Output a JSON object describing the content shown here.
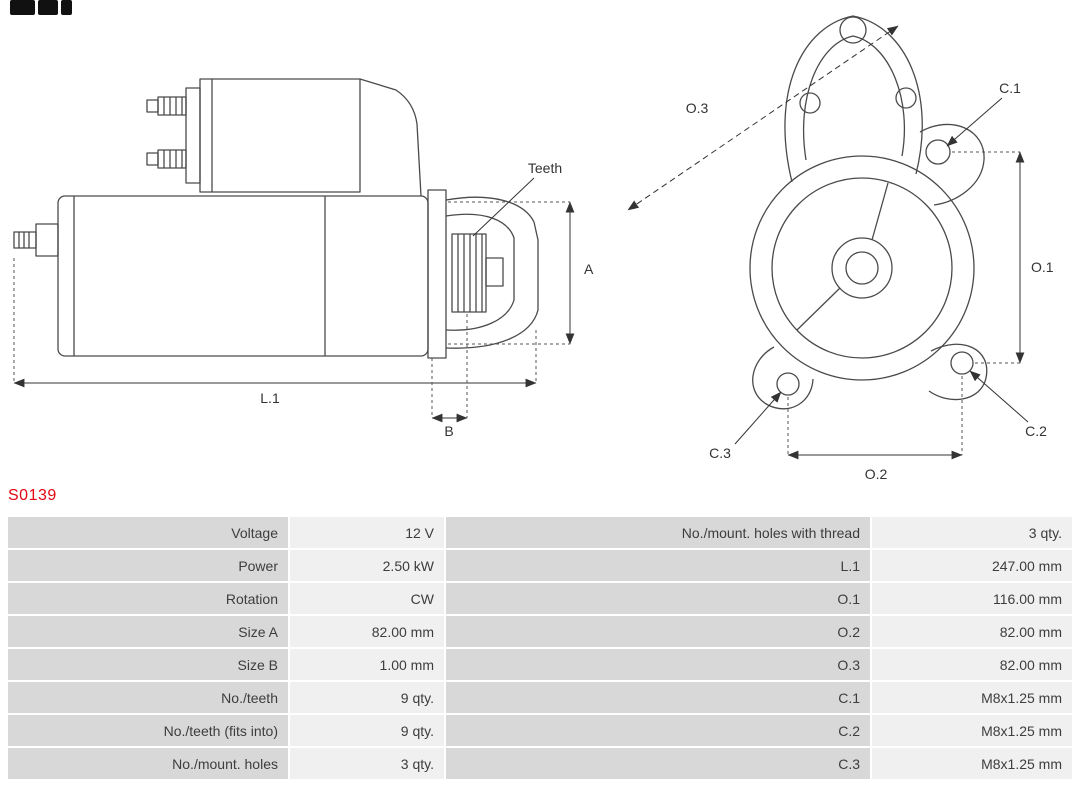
{
  "part_number": "S0139",
  "colors": {
    "part_number_red": "#e30613",
    "table_label_bg": "#d8d8d8",
    "table_value_bg": "#f0f0f0",
    "drawing_stroke": "#4a4a4a"
  },
  "diagram": {
    "side_view": {
      "teeth_label": "Teeth",
      "dim_a": "A",
      "dim_b": "B",
      "dim_l1": "L.1"
    },
    "front_view": {
      "dim_o1": "O.1",
      "dim_o2": "O.2",
      "dim_o3": "O.3",
      "dim_c1": "C.1",
      "dim_c2": "C.2",
      "dim_c3": "C.3"
    }
  },
  "spec_table": {
    "left_rows": [
      {
        "label": "Voltage",
        "value": "12 V"
      },
      {
        "label": "Power",
        "value": "2.50 kW"
      },
      {
        "label": "Rotation",
        "value": "CW"
      },
      {
        "label": "Size A",
        "value": "82.00 mm"
      },
      {
        "label": "Size B",
        "value": "1.00 mm"
      },
      {
        "label": "No./teeth",
        "value": "9 qty."
      },
      {
        "label": "No./teeth (fits into)",
        "value": "9 qty."
      },
      {
        "label": "No./mount. holes",
        "value": "3 qty."
      }
    ],
    "right_rows": [
      {
        "label": "No./mount. holes with thread",
        "value": "3 qty."
      },
      {
        "label": "L.1",
        "value": "247.00 mm"
      },
      {
        "label": "O.1",
        "value": "116.00 mm"
      },
      {
        "label": "O.2",
        "value": "82.00 mm"
      },
      {
        "label": "O.3",
        "value": "82.00 mm"
      },
      {
        "label": "C.1",
        "value": "M8x1.25 mm"
      },
      {
        "label": "C.2",
        "value": "M8x1.25 mm"
      },
      {
        "label": "C.3",
        "value": "M8x1.25 mm"
      }
    ]
  }
}
